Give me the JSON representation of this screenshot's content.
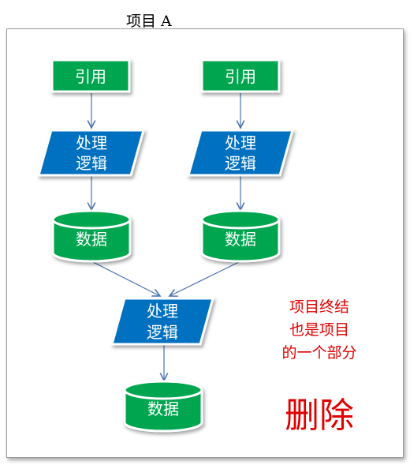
{
  "title": "项目 A",
  "nodes": {
    "ref_left": "引用",
    "ref_right": "引用",
    "logic_left": [
      "处理",
      "逻辑"
    ],
    "logic_right": [
      "处理",
      "逻辑"
    ],
    "data_left": "数据",
    "data_right": "数据",
    "logic_center": [
      "处理",
      "逻辑"
    ],
    "data_bottom": "数据"
  },
  "note": {
    "lines": [
      "项目终结",
      "也是项目",
      "的一个部分"
    ],
    "action": "删除"
  },
  "colors": {
    "green": "#00a650",
    "blue": "#0070c0",
    "arrow": "#4a73b0",
    "note": "#e00000"
  }
}
